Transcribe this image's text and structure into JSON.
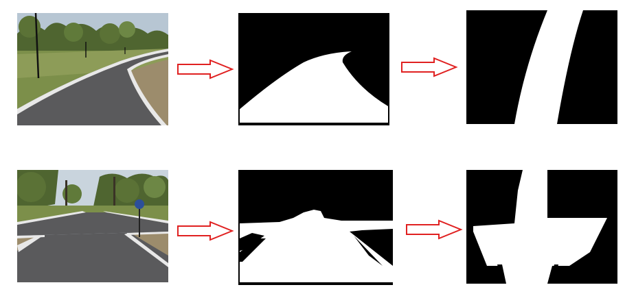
{
  "diagram": {
    "rows": [
      {
        "scene": "curved-road",
        "stages": [
          "camera-view",
          "segmentation-mask",
          "birds-eye-view"
        ]
      },
      {
        "scene": "t-intersection",
        "stages": [
          "camera-view",
          "segmentation-mask",
          "birds-eye-view"
        ]
      }
    ],
    "colors": {
      "arrow_stroke": "#e02020",
      "arrow_fill": "#ffffff",
      "mask_background": "#000000",
      "mask_foreground": "#ffffff",
      "road_asphalt": "#5a5a5c",
      "road_edge": "#e8e8e8",
      "sky": "#c9d4dd",
      "vegetation": "#7c8f4a",
      "trees": "#4f6530"
    }
  }
}
